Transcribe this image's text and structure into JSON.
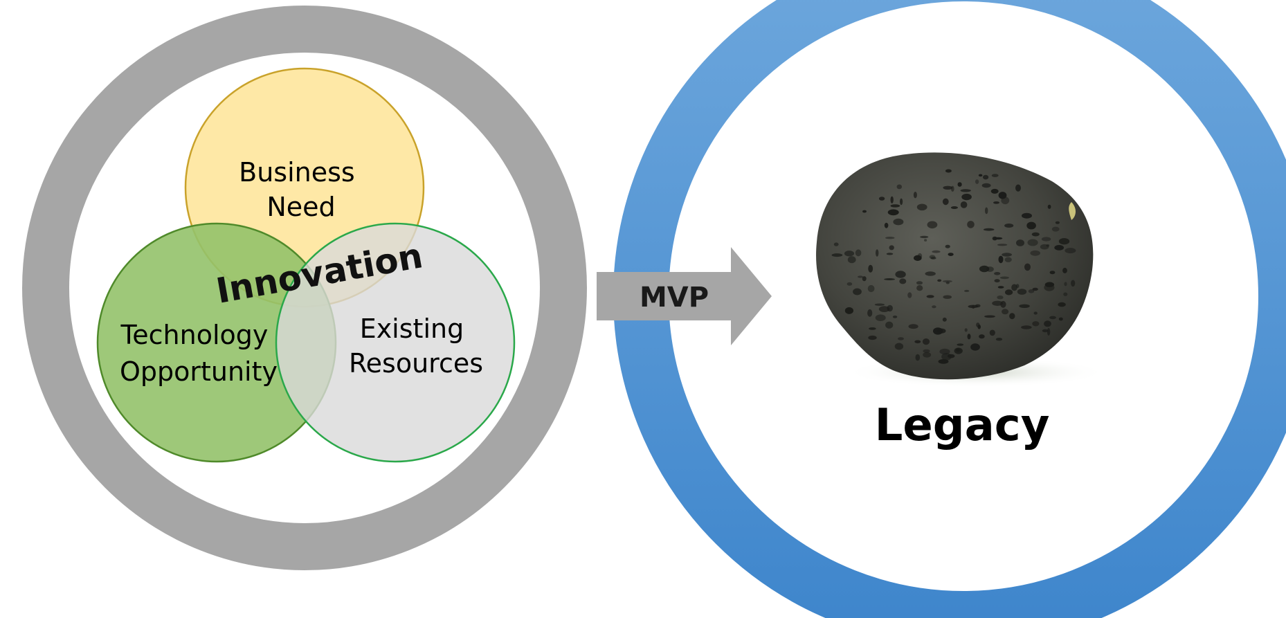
{
  "colors": {
    "left_ring": "#a6a6a6",
    "right_ring_top": "#6ca6dc",
    "right_ring_bottom": "#3f86cc",
    "arrow": "#a6a6a6",
    "business_need_fill": "#fee497",
    "business_need_stroke": "#c9a22a",
    "technology_fill": "#93c26a",
    "technology_stroke": "#4f8a2a",
    "resources_fill": "#d9d9d9",
    "resources_stroke": "#2aa84a"
  },
  "icons": {
    "legacy_image": "lava-rock-image"
  },
  "venn": {
    "business_need": [
      "Business",
      "Need"
    ],
    "technology": [
      "Technology",
      "Opportunity"
    ],
    "resources": [
      "Existing",
      "Resources"
    ],
    "center": "Innovation"
  },
  "arrow": {
    "label": "MVP"
  },
  "legacy": {
    "label": "Legacy"
  }
}
